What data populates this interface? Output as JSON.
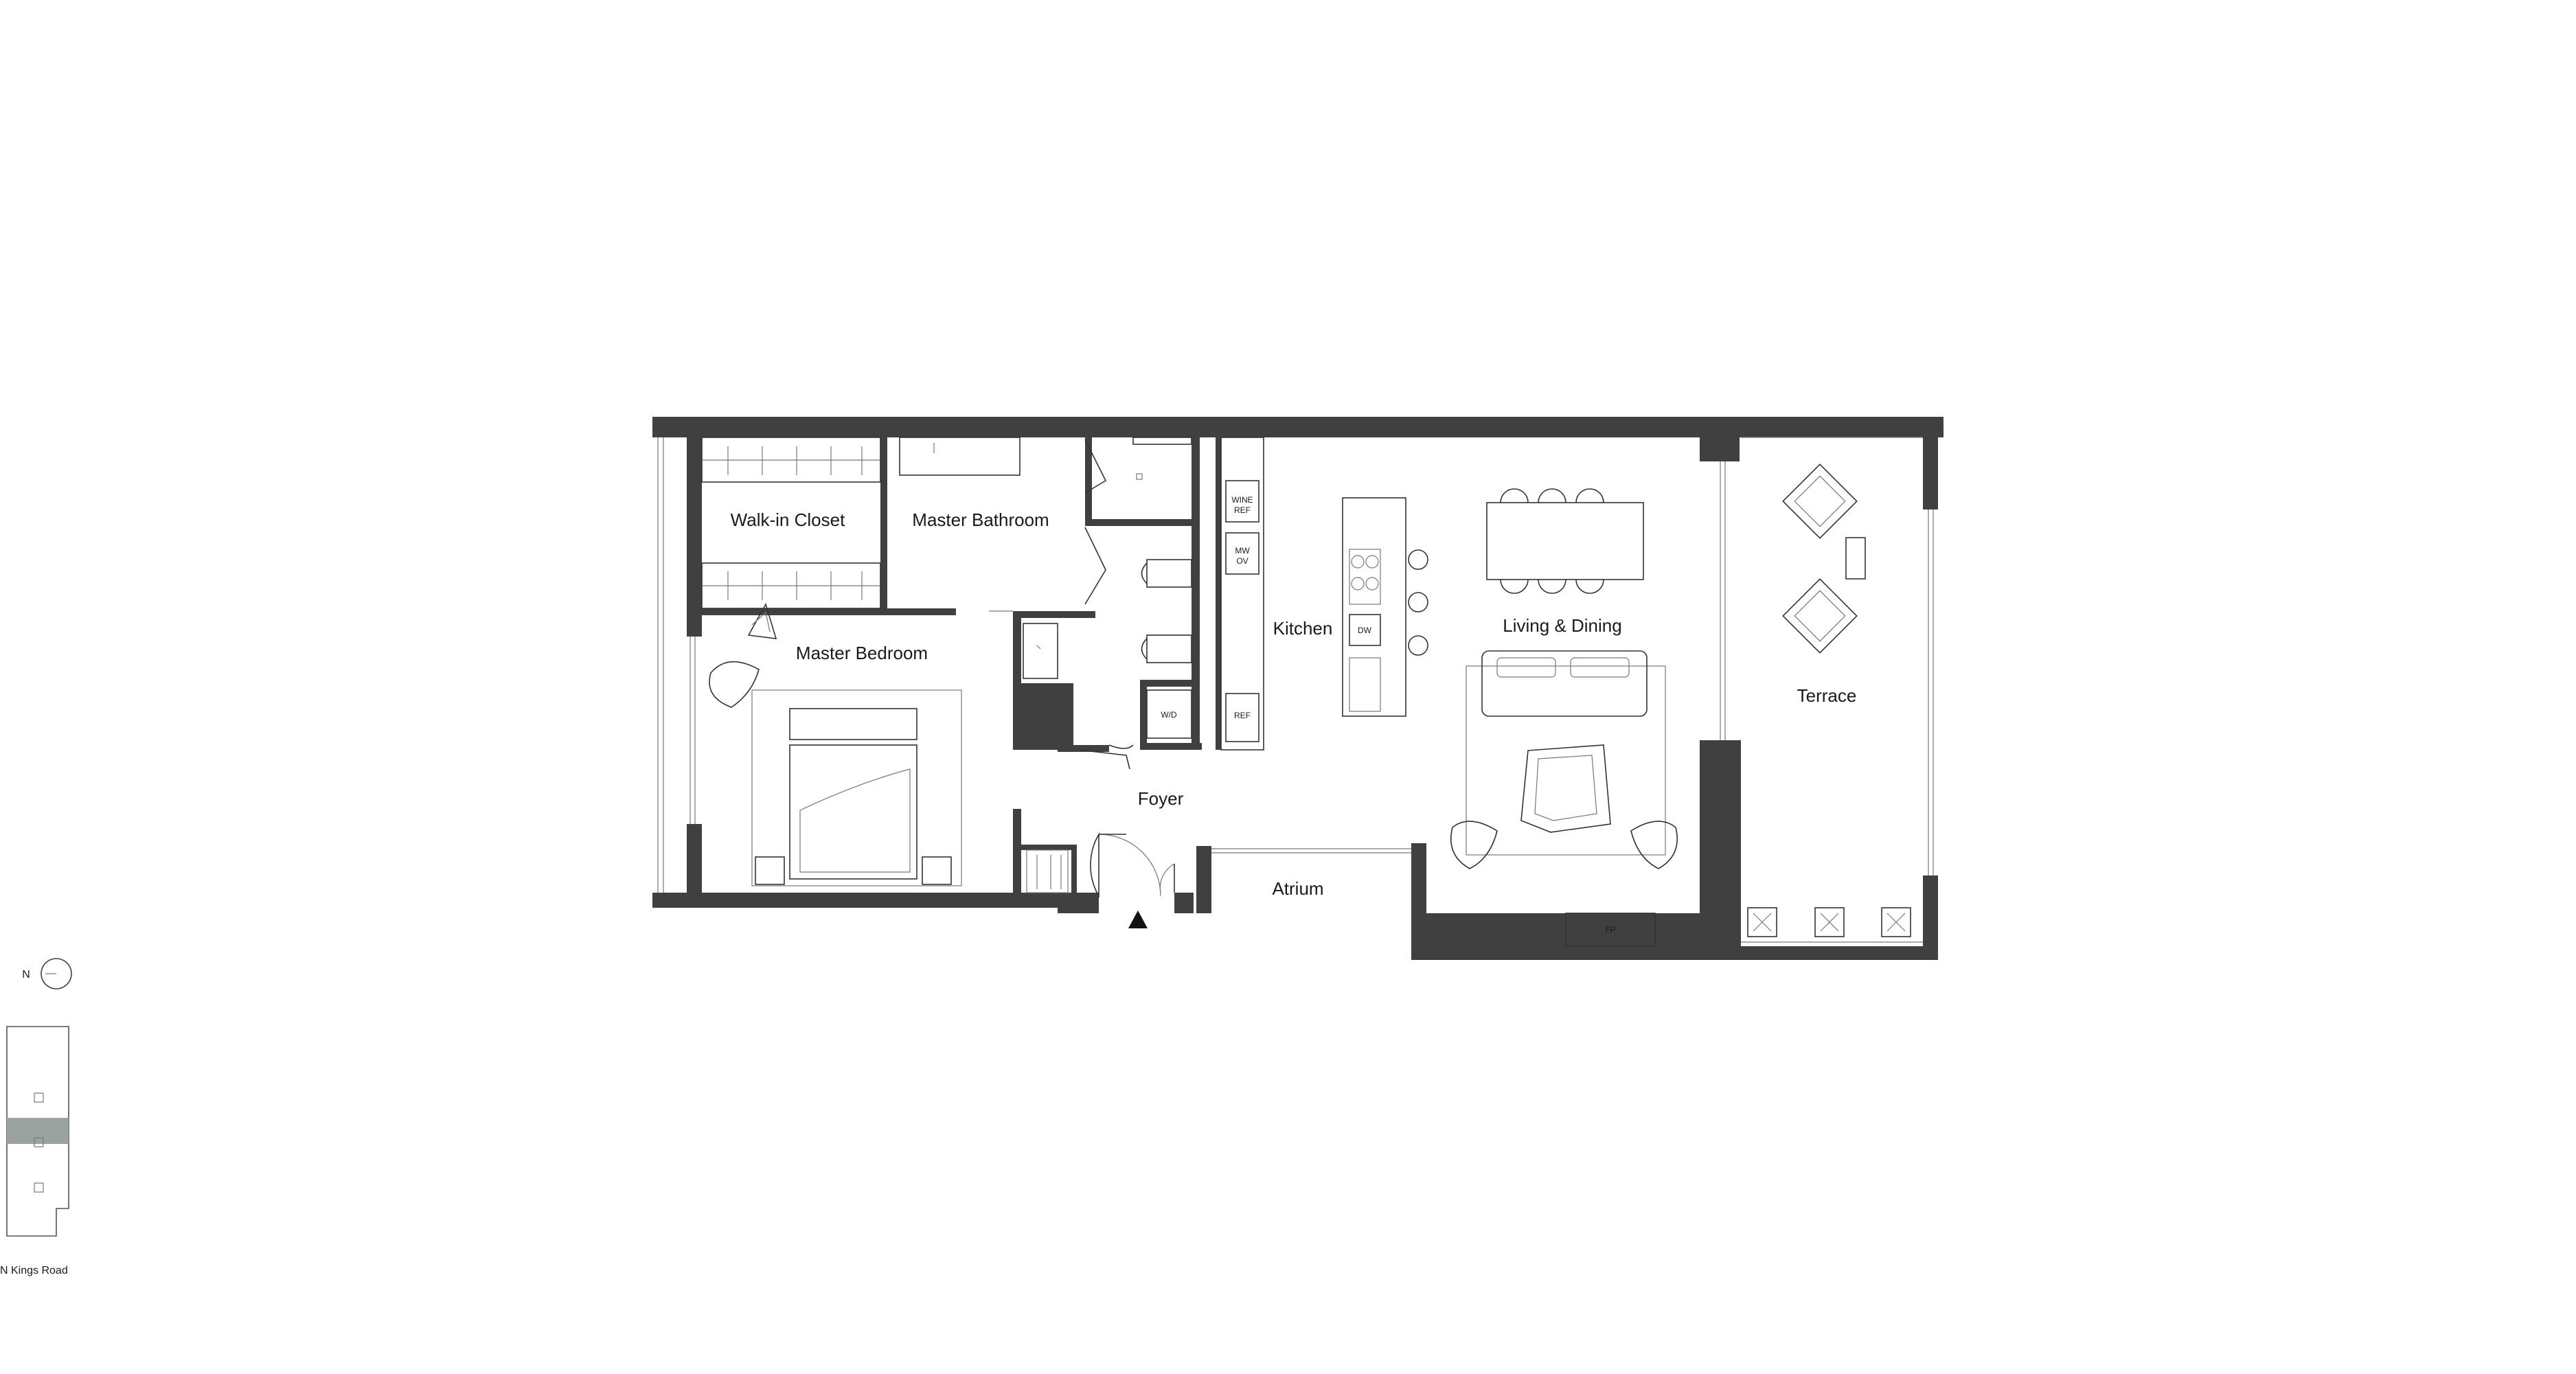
{
  "rooms": {
    "walk_in_closet": "Walk-in Closet",
    "master_bathroom": "Master Bathroom",
    "master_bedroom": "Master Bedroom",
    "kitchen": "Kitchen",
    "living_dining": "Living & Dining",
    "terrace": "Terrace",
    "foyer": "Foyer",
    "atrium": "Atrium"
  },
  "fixtures": {
    "wine_ref_line1": "WINE",
    "wine_ref_line2": "REF",
    "mw_ov_line1": "MW",
    "mw_ov_line2": "OV",
    "dw": "DW",
    "ref": "REF",
    "wd": "W/D",
    "fp": "FP"
  },
  "key_plan": {
    "north_label": "N",
    "street_label": "N Kings Road"
  },
  "colors": {
    "wall": "#404040",
    "key_plan_highlight": "#9aa39e"
  }
}
